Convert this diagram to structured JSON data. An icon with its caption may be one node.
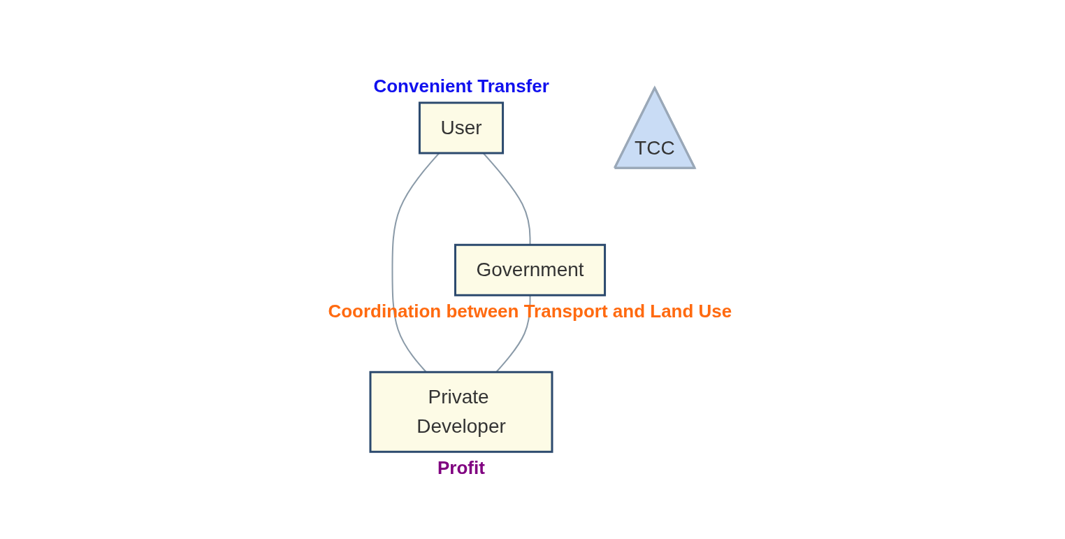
{
  "diagram": {
    "nodes": [
      {
        "text": [
          "User"
        ],
        "beside": [
          "Convenient Transfer"
        ]
      },
      {
        "text": [
          "TCC"
        ]
      },
      {
        "text": [
          "Government"
        ],
        "beside": [
          "Coordination between Transport and Land Use"
        ]
      },
      {
        "text": [
          "Private Developer"
        ],
        "beside": [
          "Profit"
        ]
      }
    ],
    "edges": [
      {
        "from": 0,
        "to": 2,
        "arrow": "none"
      },
      {
        "from": 0,
        "to": 3,
        "arrow": "none"
      },
      {
        "from": 2,
        "to": 3,
        "arrow": "none"
      }
    ]
  }
}
